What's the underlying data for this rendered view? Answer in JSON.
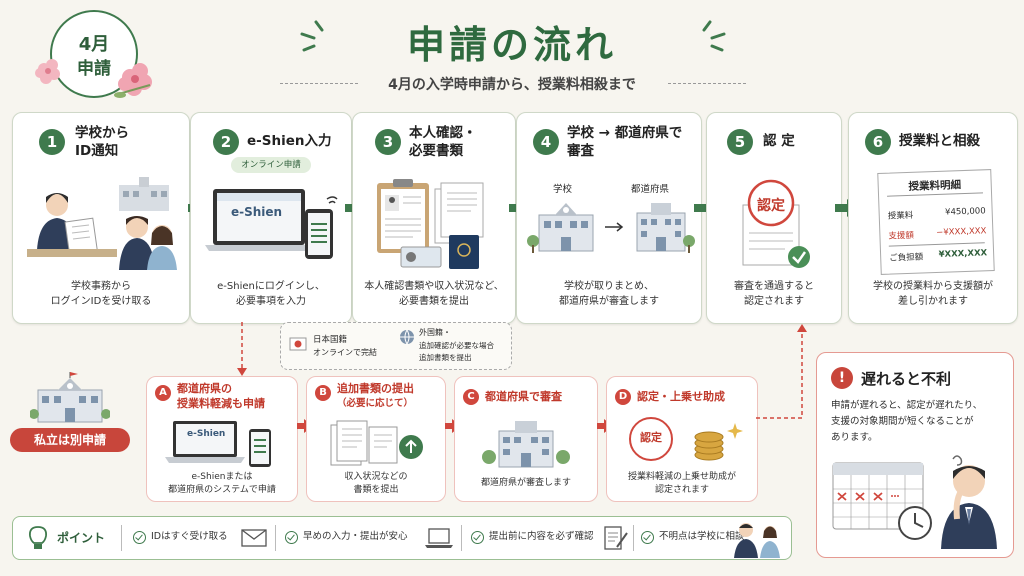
{
  "badge": {
    "line1": "4月",
    "line2": "申請"
  },
  "header": {
    "title": "申請の流れ",
    "subtitle": "4月の入学時申請から、授業料相殺まで"
  },
  "steps": [
    {
      "num": "1",
      "title_l1": "学校から",
      "title_l2": "ID通知",
      "desc_l1": "学校事務から",
      "desc_l2": "ログインIDを受け取る"
    },
    {
      "num": "2",
      "title_l1": "e-Shien入力",
      "tag": "オンライン申請",
      "screen": "e-Shien",
      "desc_l1": "e-Shienにログインし、",
      "desc_l2": "必要事項を入力"
    },
    {
      "num": "3",
      "title_l1": "本人確認・",
      "title_l2": "必要書類",
      "desc_l1": "本人確認書類や収入状況など、",
      "desc_l2": "必要書類を提出"
    },
    {
      "num": "4",
      "title_l1": "学校 → 都道府県で",
      "title_l2": "審査",
      "label_school": "学校",
      "label_pref": "都道府県",
      "desc_l1": "学校が取りまとめ、",
      "desc_l2": "都道府県が審査します"
    },
    {
      "num": "5",
      "title_l1": "認 定",
      "stamp": "認定",
      "desc_l1": "審査を通過すると",
      "desc_l2": "認定されます"
    },
    {
      "num": "6",
      "title_l1": "授業料と相殺",
      "desc_l1": "学校の授業料から支援額が",
      "desc_l2": "差し引かれます"
    }
  ],
  "statement": {
    "title": "授業料明細",
    "rows": [
      {
        "label": "授業料",
        "value": "¥450,000"
      },
      {
        "label": "支援額",
        "value": "−¥XXX,XXX"
      },
      {
        "label": "ご負担額",
        "value": "¥XXX,XXX"
      }
    ]
  },
  "nationality": {
    "jp_l1": "日本国籍",
    "jp_l2": "オンラインで完結",
    "fg_l1": "外国籍・",
    "fg_l2": "追加確認が必要な場合",
    "fg_l3": "追加書類を提出"
  },
  "private": {
    "label": "私立は別申請"
  },
  "private_steps": [
    {
      "num": "A",
      "title_l1": "都道府県の",
      "title_l2": "授業料軽減も申請",
      "screen": "e-Shien",
      "desc_l1": "e-Shienまたは",
      "desc_l2": "都道府県のシステムで申請"
    },
    {
      "num": "B",
      "title_l1": "追加書類の提出",
      "title_l2": "（必要に応じて）",
      "desc_l1": "収入状況などの",
      "desc_l2": "書類を提出"
    },
    {
      "num": "C",
      "title_l1": "都道府県で審査",
      "desc_l1": "都道府県が審査します"
    },
    {
      "num": "D",
      "title_l1": "認定・上乗せ助成",
      "stamp": "認定",
      "desc_l1": "授業料軽減の上乗せ助成が",
      "desc_l2": "認定されます"
    }
  ],
  "warning": {
    "title": "遅れると不利",
    "l1": "申請が遅れると、認定が遅れたり、",
    "l2": "支援の対象期間が短くなることが",
    "l3": "あります。"
  },
  "points": {
    "label": "ポイント",
    "items": [
      "IDはすぐ受け取る",
      "早めの入力・提出が安心",
      "提出前に内容を必ず確認",
      "不明点は学校に相談"
    ]
  },
  "colors": {
    "green": "#3f7a4d",
    "red": "#d0473d",
    "background": "#f7f5ef"
  }
}
